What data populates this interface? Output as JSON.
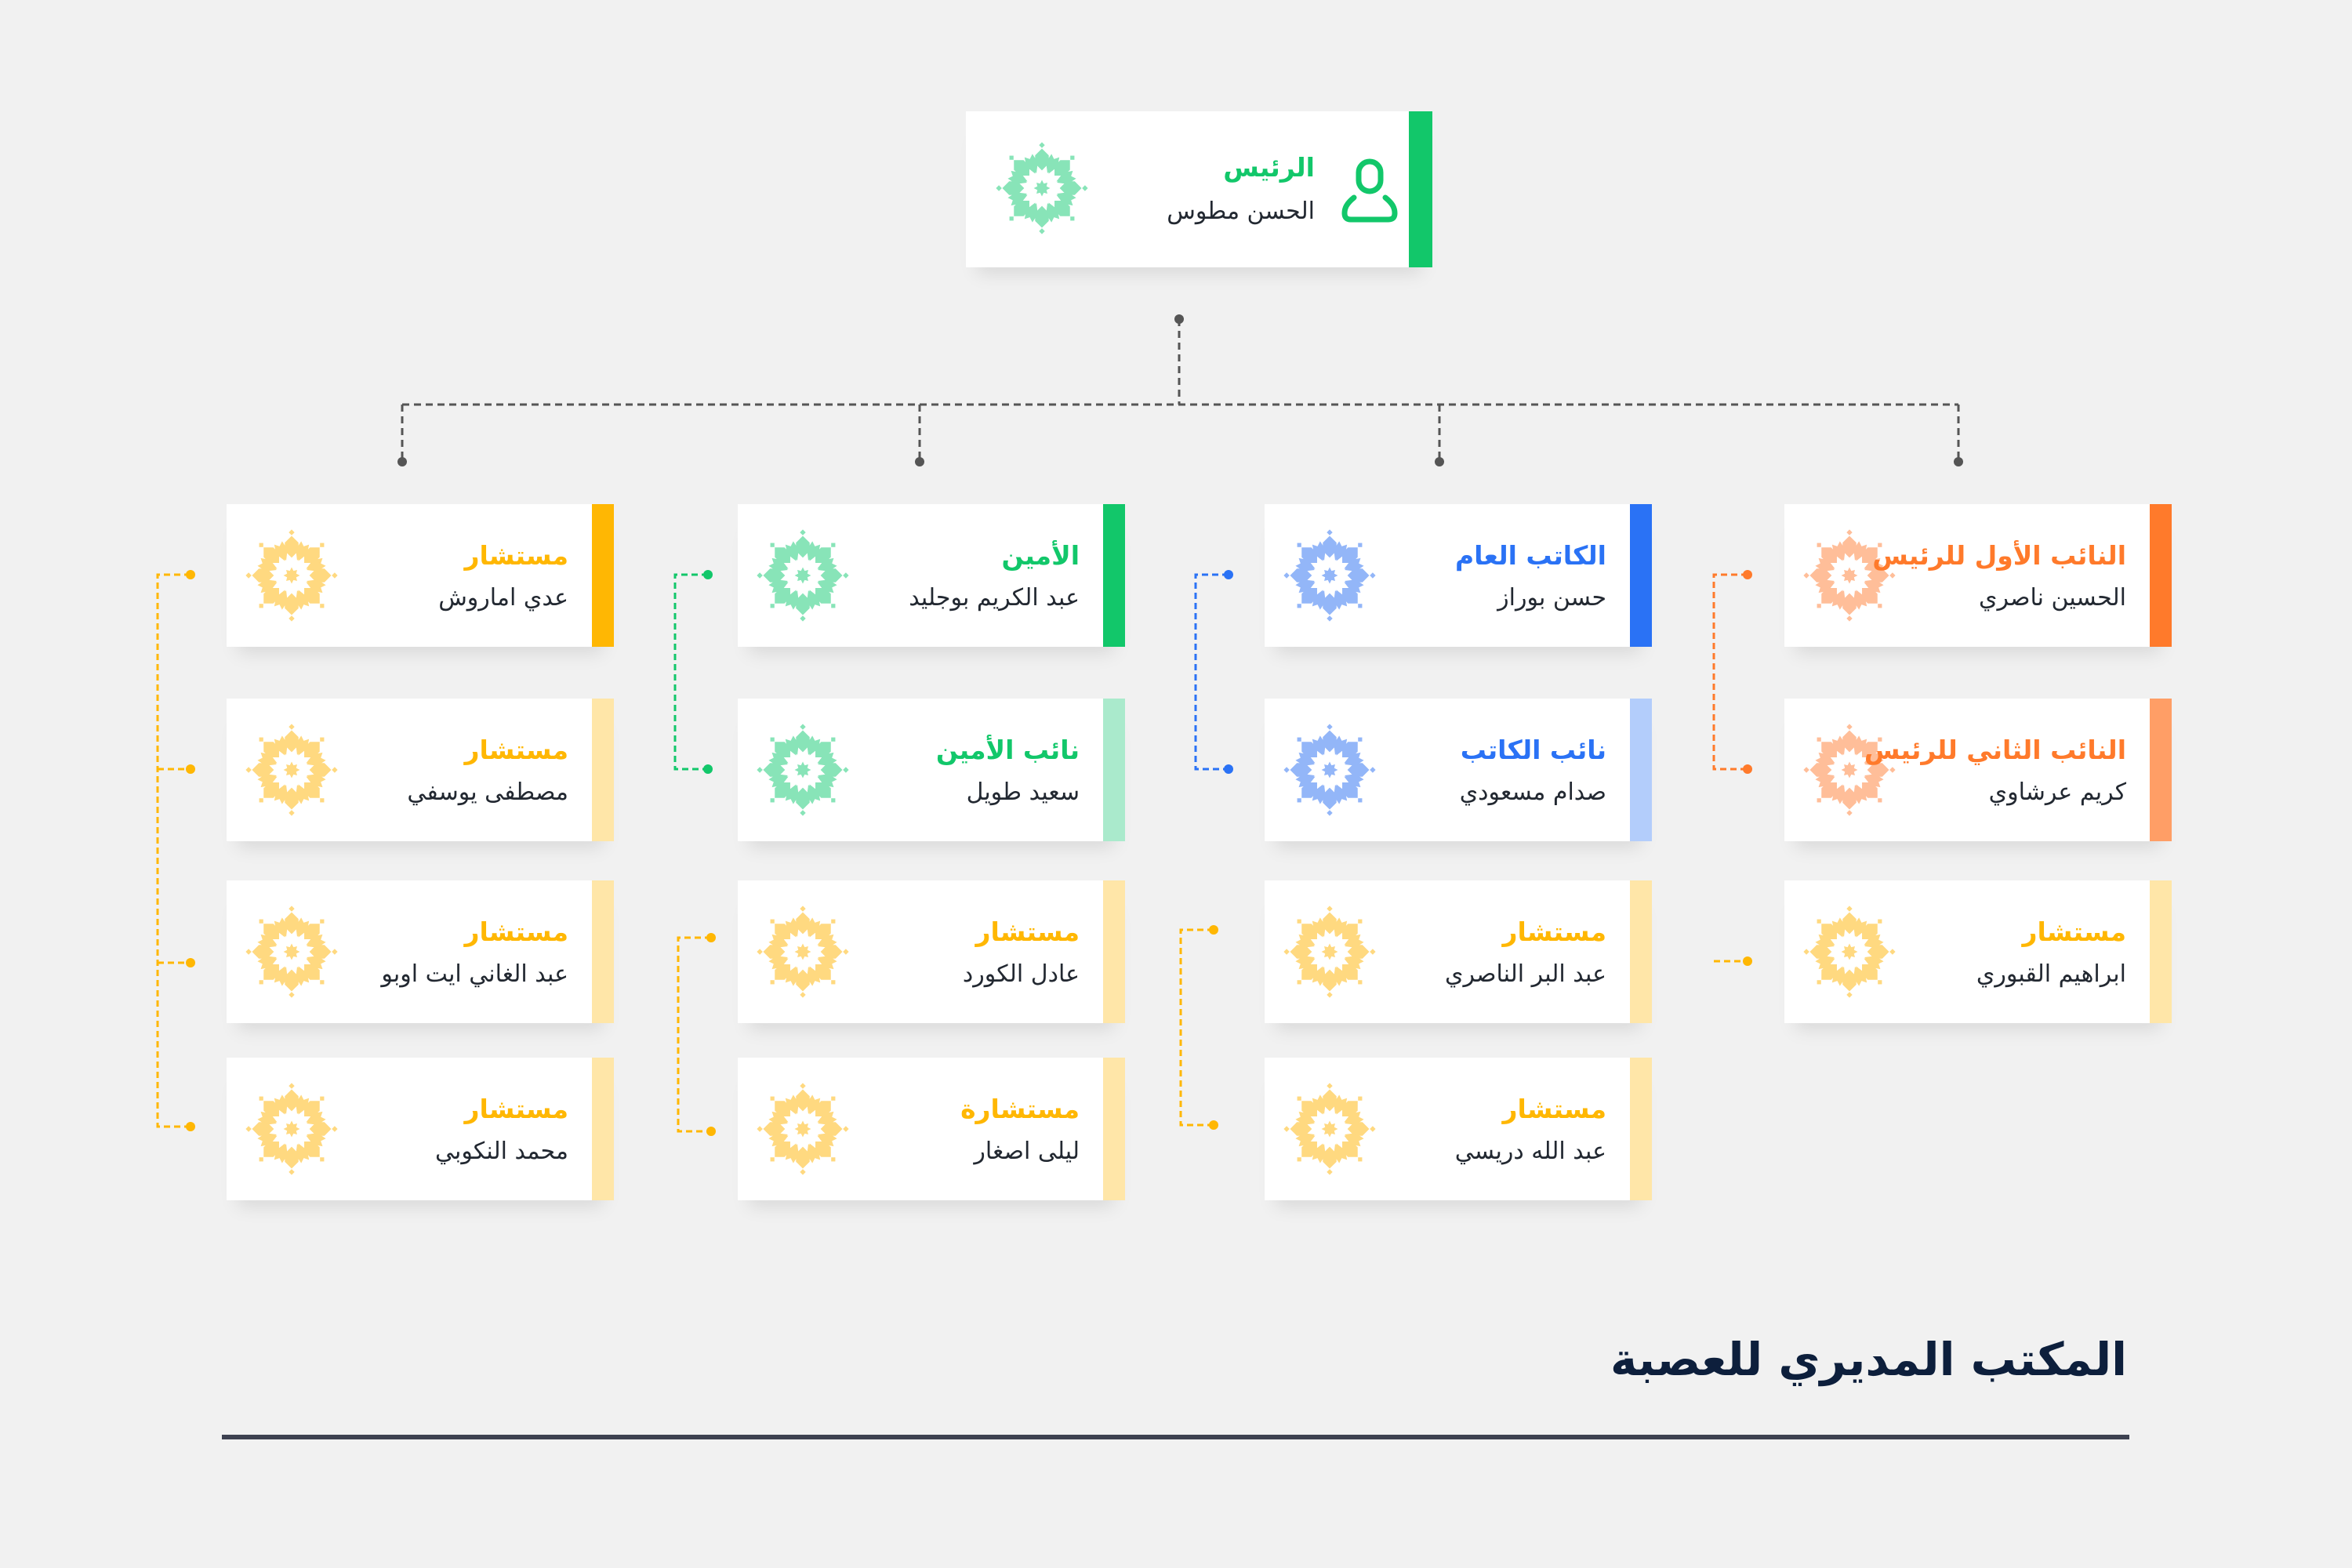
{
  "page_title": "المكتب المديري للعصبة",
  "president": {
    "title": "الرئيس",
    "name": "الحسن مطوس",
    "accent": "#12c76a",
    "emblem_color": "#88e4b8",
    "icon": "person-icon"
  },
  "colors": {
    "orange": {
      "strong": "#ff7a2b",
      "light": "#ff9e66",
      "emblem": "#ffbe99"
    },
    "blue": {
      "strong": "#2a72f5",
      "light": "#b3cdfb",
      "emblem": "#93b6f8"
    },
    "green": {
      "strong": "#12c76a",
      "light": "#aaeacc",
      "emblem": "#88e4b8"
    },
    "yellow": {
      "strong": "#ffb703",
      "light": "#ffe6a8",
      "emblem": "#ffd980"
    },
    "name_text": "#222831"
  },
  "columns": [
    {
      "theme": "orange",
      "cards": [
        {
          "title": "النائب الأول للرئيس",
          "name": "الحسين ناصري",
          "theme": "orange",
          "bar": "strong"
        },
        {
          "title": "النائب الثاني للرئيس",
          "name": "كريم عرشاوي",
          "theme": "orange",
          "bar": "light"
        },
        {
          "title": "مستشار",
          "name": "ابراهيم القبوري",
          "theme": "yellow",
          "bar": "light"
        }
      ]
    },
    {
      "theme": "blue",
      "cards": [
        {
          "title": "الكاتب العام",
          "name": "حسن بوراز",
          "theme": "blue",
          "bar": "strong"
        },
        {
          "title": "نائب الكاتب",
          "name": "صدام مسعودي",
          "theme": "blue",
          "bar": "light"
        },
        {
          "title": "مستشار",
          "name": "عبد البر الناصري",
          "theme": "yellow",
          "bar": "light"
        },
        {
          "title": "مستشار",
          "name": "عبد الله دريسي",
          "theme": "yellow",
          "bar": "light"
        }
      ]
    },
    {
      "theme": "green",
      "cards": [
        {
          "title": "الأمين",
          "name": "عبد الكريم بوجليد",
          "theme": "green",
          "bar": "strong"
        },
        {
          "title": "نائب الأمين",
          "name": "سعيد طويل",
          "theme": "green",
          "bar": "light"
        },
        {
          "title": "مستشار",
          "name": "عادل الكورد",
          "theme": "yellow",
          "bar": "light"
        },
        {
          "title": "مستشارة",
          "name": "ليلى اصغار",
          "theme": "yellow",
          "bar": "light"
        }
      ]
    },
    {
      "theme": "yellow",
      "cards": [
        {
          "title": "مستشار",
          "name": "عدي اماروش",
          "theme": "yellow",
          "bar": "strong"
        },
        {
          "title": "مستشار",
          "name": "مصطفى يوسفي",
          "theme": "yellow",
          "bar": "light"
        },
        {
          "title": "مستشار",
          "name": "عبد الغاني ايت اوبو",
          "theme": "yellow",
          "bar": "light"
        },
        {
          "title": "مستشار",
          "name": "محمد النكوبي",
          "theme": "yellow",
          "bar": "light"
        }
      ]
    }
  ]
}
